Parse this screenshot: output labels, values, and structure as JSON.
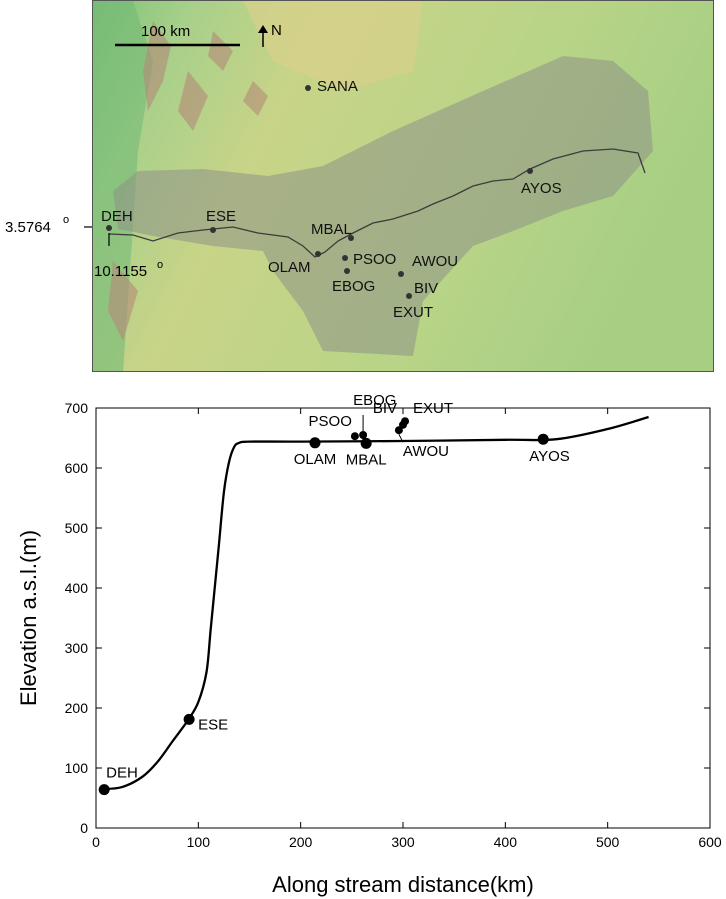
{
  "map": {
    "scale_label": "100 km",
    "north_label": "N",
    "coord_lat": "3.5764",
    "coord_lon": "10.1155",
    "degree_mark": "o",
    "stations": [
      {
        "id": "SANA",
        "label": "SANA"
      },
      {
        "id": "AYOS",
        "label": "AYOS"
      },
      {
        "id": "DEH",
        "label": "DEH"
      },
      {
        "id": "ESE",
        "label": "ESE"
      },
      {
        "id": "MBAL",
        "label": "MBAL"
      },
      {
        "id": "OLAM",
        "label": "OLAM"
      },
      {
        "id": "PSOO",
        "label": "PSOO"
      },
      {
        "id": "AWOU",
        "label": "AWOU"
      },
      {
        "id": "EBOG",
        "label": "EBOG"
      },
      {
        "id": "BIV",
        "label": "BIV"
      },
      {
        "id": "EXUT",
        "label": "EXUT"
      }
    ],
    "colors": {
      "lowland": "#9fcf88",
      "upland": "#cdd58a",
      "relief": "#b48a78",
      "basin": "#8e9186",
      "river": "#3c3c3c"
    }
  },
  "chart_data": {
    "type": "line",
    "title": "",
    "xlabel": "Along stream distance(km)",
    "ylabel": "Elevation a.s.l.(m)",
    "xlim": [
      0,
      600
    ],
    "ylim": [
      0,
      700
    ],
    "xticks": [
      0,
      100,
      200,
      300,
      400,
      500,
      600
    ],
    "yticks": [
      0,
      100,
      200,
      300,
      400,
      500,
      600,
      700
    ],
    "grid": false,
    "profile": {
      "x": [
        6,
        25,
        45,
        60,
        75,
        90,
        100,
        108,
        112,
        116,
        120,
        125,
        130,
        135,
        140,
        150,
        200,
        300,
        400,
        450,
        500,
        540
      ],
      "y": [
        65,
        68,
        85,
        110,
        145,
        180,
        210,
        260,
        330,
        400,
        470,
        560,
        610,
        635,
        642,
        644,
        644,
        645,
        647,
        648,
        665,
        685
      ]
    },
    "points": [
      {
        "label": "DEH",
        "x": 8,
        "y": 64
      },
      {
        "label": "ESE",
        "x": 91,
        "y": 181
      },
      {
        "label": "OLAM",
        "x": 214,
        "y": 642
      },
      {
        "label": "PSOO",
        "x": 253,
        "y": 653
      },
      {
        "label": "EBOG",
        "x": 261,
        "y": 655
      },
      {
        "label": "MBAL",
        "x": 264,
        "y": 641
      },
      {
        "label": "AWOU",
        "x": 296,
        "y": 663
      },
      {
        "label": "BIV",
        "x": 300,
        "y": 672
      },
      {
        "label": "EXUT",
        "x": 302,
        "y": 678
      },
      {
        "label": "AYOS",
        "x": 437,
        "y": 648
      }
    ]
  }
}
